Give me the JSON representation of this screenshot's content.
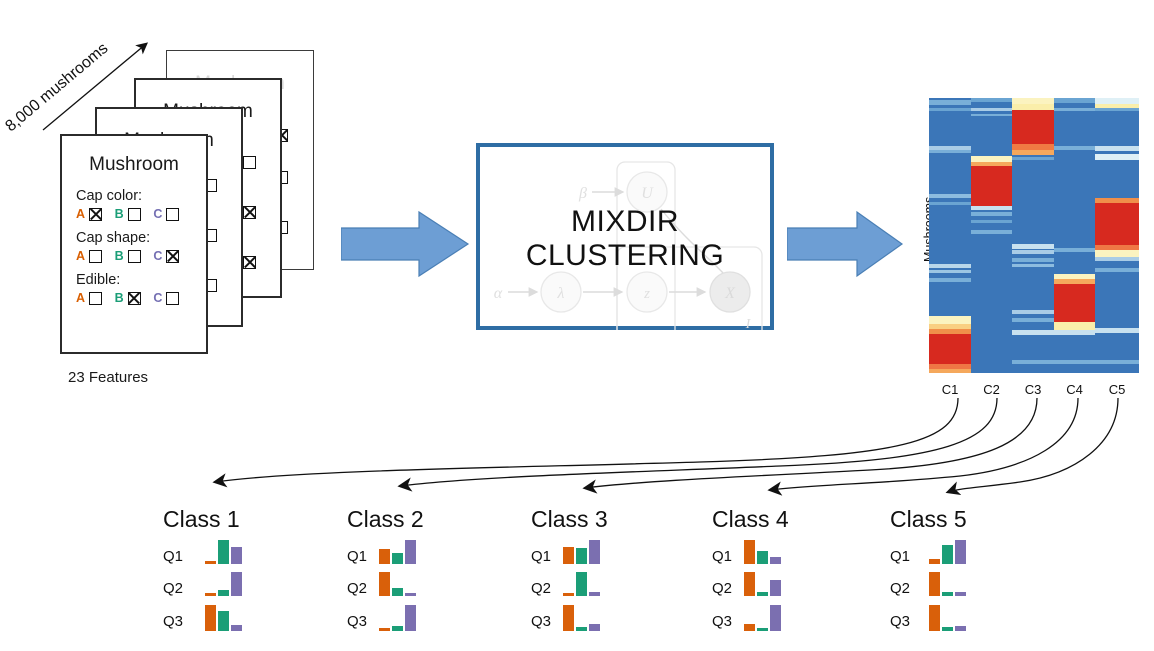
{
  "figure": {
    "input_label": "8,000 mushrooms",
    "features_caption": "23 Features",
    "card_title": "Mushroom",
    "card": {
      "features": [
        {
          "name": "Cap color:",
          "options": [
            {
              "label": "A",
              "checked": true
            },
            {
              "label": "B",
              "checked": false
            },
            {
              "label": "C",
              "checked": false
            }
          ]
        },
        {
          "name": "Cap shape:",
          "options": [
            {
              "label": "A",
              "checked": false
            },
            {
              "label": "B",
              "checked": false
            },
            {
              "label": "C",
              "checked": true
            }
          ]
        },
        {
          "name": "Edible:",
          "options": [
            {
              "label": "A",
              "checked": false
            },
            {
              "label": "B",
              "checked": true
            },
            {
              "label": "C",
              "checked": false
            }
          ]
        }
      ]
    },
    "model": {
      "title_line1": "MIXDIR",
      "title_line2": "CLUSTERING",
      "border_color": "#2e6da4",
      "graph_nodes": [
        "β",
        "U",
        "α",
        "λ",
        "z",
        "X"
      ],
      "plate_label": "I"
    },
    "arrows": {
      "color": "#6d9ed4",
      "count": 2
    },
    "heatmap": {
      "y_label": "Mushrooms",
      "x_ticks": [
        "C1",
        "C2",
        "C3",
        "C4",
        "C5"
      ],
      "colors": {
        "base_blue": "#3b76b8",
        "light_blue": "#79afd8",
        "pale_blue": "#c8e1ef",
        "pale_yellow": "#fbf3c0",
        "orange": "#f28a3c",
        "red": "#d7291f"
      }
    },
    "classes": [
      {
        "title": "Class 1",
        "questions": [
          {
            "label": "Q1",
            "values": [
              0.14,
              1.0,
              0.72
            ]
          },
          {
            "label": "Q2",
            "values": [
              0.1,
              0.24,
              1.0
            ]
          },
          {
            "label": "Q3",
            "values": [
              1.0,
              0.78,
              0.22
            ]
          }
        ]
      },
      {
        "title": "Class 2",
        "questions": [
          {
            "label": "Q1",
            "values": [
              0.62,
              0.44,
              1.0
            ]
          },
          {
            "label": "Q2",
            "values": [
              1.0,
              0.34,
              0.1
            ]
          },
          {
            "label": "Q3",
            "values": [
              0.1,
              0.2,
              1.0
            ]
          }
        ]
      },
      {
        "title": "Class 3",
        "questions": [
          {
            "label": "Q1",
            "values": [
              0.68,
              0.66,
              1.0
            ]
          },
          {
            "label": "Q2",
            "values": [
              0.08,
              1.0,
              0.14
            ]
          },
          {
            "label": "Q3",
            "values": [
              1.0,
              0.13,
              0.24
            ]
          }
        ]
      },
      {
        "title": "Class 4",
        "questions": [
          {
            "label": "Q1",
            "values": [
              1.0,
              0.52,
              0.28
            ]
          },
          {
            "label": "Q2",
            "values": [
              1.0,
              0.12,
              0.66
            ]
          },
          {
            "label": "Q3",
            "values": [
              0.28,
              0.08,
              1.0
            ]
          }
        ]
      },
      {
        "title": "Class 5",
        "questions": [
          {
            "label": "Q1",
            "values": [
              0.2,
              0.78,
              1.0
            ]
          },
          {
            "label": "Q2",
            "values": [
              1.0,
              0.14,
              0.14
            ]
          },
          {
            "label": "Q3",
            "values": [
              1.0,
              0.13,
              0.16
            ]
          }
        ]
      }
    ],
    "bar_colors": {
      "series_a": "#d9600a",
      "series_b": "#1b9e77",
      "series_c": "#7b6fb0"
    }
  }
}
